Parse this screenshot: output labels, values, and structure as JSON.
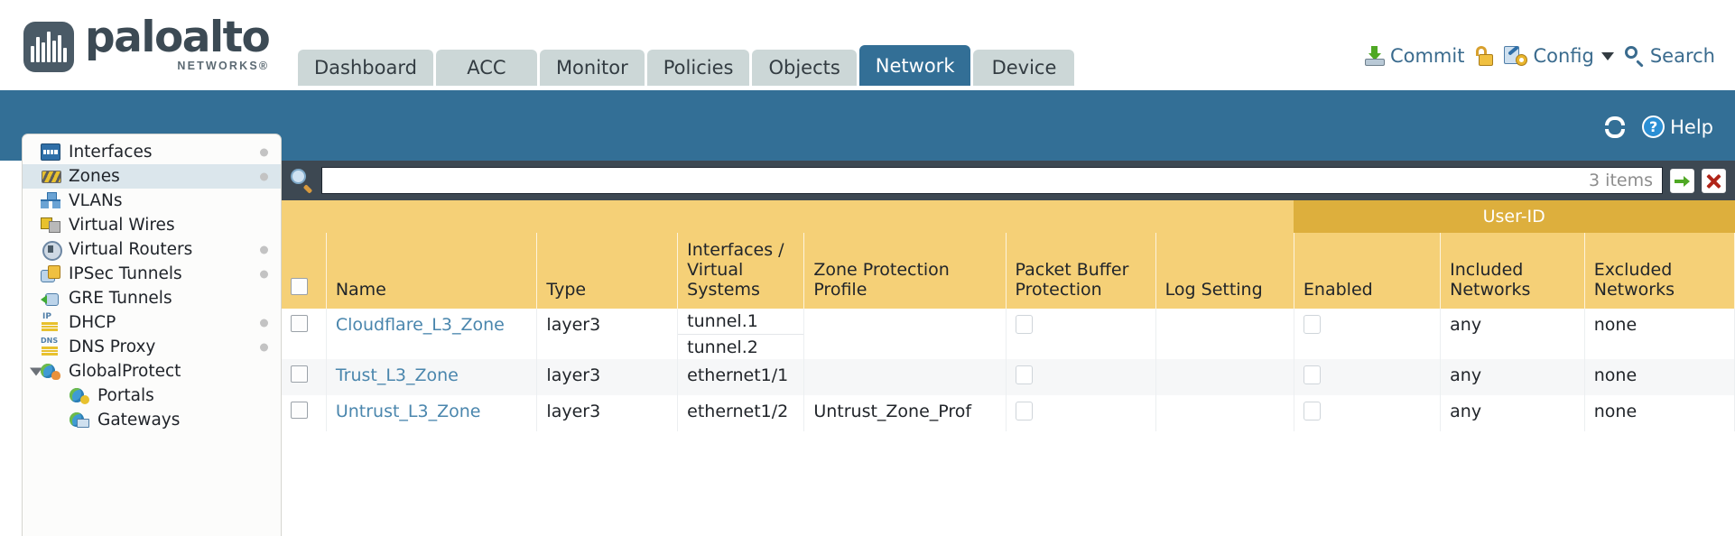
{
  "brand": {
    "name": "paloalto",
    "tagline": "NETWORKS",
    "registered": "®"
  },
  "nav": {
    "tabs": [
      {
        "label": "Dashboard",
        "active": false
      },
      {
        "label": "ACC",
        "active": false
      },
      {
        "label": "Monitor",
        "active": false
      },
      {
        "label": "Policies",
        "active": false
      },
      {
        "label": "Objects",
        "active": false
      },
      {
        "label": "Network",
        "active": true
      },
      {
        "label": "Device",
        "active": false
      }
    ]
  },
  "header_actions": {
    "commit": "Commit",
    "lock_icon": "unlock-padlock-icon",
    "config": "Config",
    "search": "Search"
  },
  "band": {
    "refresh_icon": "refresh-icon",
    "help": "Help"
  },
  "sidebar": {
    "items": [
      {
        "label": "Interfaces",
        "icon": "interfaces-icon",
        "selected": false,
        "dot": true,
        "child": false,
        "expander": false
      },
      {
        "label": "Zones",
        "icon": "zones-icon",
        "selected": true,
        "dot": true,
        "child": false,
        "expander": false
      },
      {
        "label": "VLANs",
        "icon": "vlans-icon",
        "selected": false,
        "dot": false,
        "child": false,
        "expander": false
      },
      {
        "label": "Virtual Wires",
        "icon": "virtual-wires-icon",
        "selected": false,
        "dot": false,
        "child": false,
        "expander": false
      },
      {
        "label": "Virtual Routers",
        "icon": "virtual-routers-icon",
        "selected": false,
        "dot": true,
        "child": false,
        "expander": false
      },
      {
        "label": "IPSec Tunnels",
        "icon": "ipsec-tunnels-icon",
        "selected": false,
        "dot": true,
        "child": false,
        "expander": false
      },
      {
        "label": "GRE Tunnels",
        "icon": "gre-tunnels-icon",
        "selected": false,
        "dot": false,
        "child": false,
        "expander": false
      },
      {
        "label": "DHCP",
        "icon": "dhcp-icon",
        "selected": false,
        "dot": true,
        "child": false,
        "expander": false
      },
      {
        "label": "DNS Proxy",
        "icon": "dns-proxy-icon",
        "selected": false,
        "dot": true,
        "child": false,
        "expander": false
      },
      {
        "label": "GlobalProtect",
        "icon": "globalprotect-icon",
        "selected": false,
        "dot": false,
        "child": false,
        "expander": true
      },
      {
        "label": "Portals",
        "icon": "portals-icon",
        "selected": false,
        "dot": false,
        "child": true,
        "expander": false
      },
      {
        "label": "Gateways",
        "icon": "gateways-icon",
        "selected": false,
        "dot": false,
        "child": true,
        "expander": false
      }
    ]
  },
  "search": {
    "icon": "magnifier-icon",
    "value": "",
    "placeholder": "",
    "items_count": "3 items",
    "apply_icon": "green-arrow-icon",
    "clear_icon": "red-x-icon"
  },
  "table": {
    "group_header": "User-ID",
    "columns": {
      "name": "Name",
      "type": "Type",
      "interfaces": "Interfaces / Virtual Systems",
      "zone_protection": "Zone Protection Profile",
      "packet_buffer": "Packet Buffer Protection",
      "log_setting": "Log Setting",
      "enabled": "Enabled",
      "included": "Included Networks",
      "excluded": "Excluded Networks"
    },
    "rows": [
      {
        "name": "Cloudflare_L3_Zone",
        "type": "layer3",
        "interfaces": [
          "tunnel.1",
          "tunnel.2"
        ],
        "zone_protection": "",
        "packet_buffer_checked": false,
        "log_setting": "",
        "userid_enabled": false,
        "included_networks": "any",
        "excluded_networks": "none"
      },
      {
        "name": "Trust_L3_Zone",
        "type": "layer3",
        "interfaces": [
          "ethernet1/1"
        ],
        "zone_protection": "",
        "packet_buffer_checked": false,
        "log_setting": "",
        "userid_enabled": false,
        "included_networks": "any",
        "excluded_networks": "none"
      },
      {
        "name": "Untrust_L3_Zone",
        "type": "layer3",
        "interfaces": [
          "ethernet1/2"
        ],
        "zone_protection": "Untrust_Zone_Prof",
        "packet_buffer_checked": false,
        "log_setting": "",
        "userid_enabled": false,
        "included_networks": "any",
        "excluded_networks": "none"
      }
    ]
  },
  "colors": {
    "brand_blue": "#336f96",
    "band_blue": "#336f96",
    "table_header_gold": "#f5d077",
    "group_header_gold": "#ddaf3d",
    "link_blue": "#4a86ad",
    "search_bar_dark": "#3d4852"
  }
}
